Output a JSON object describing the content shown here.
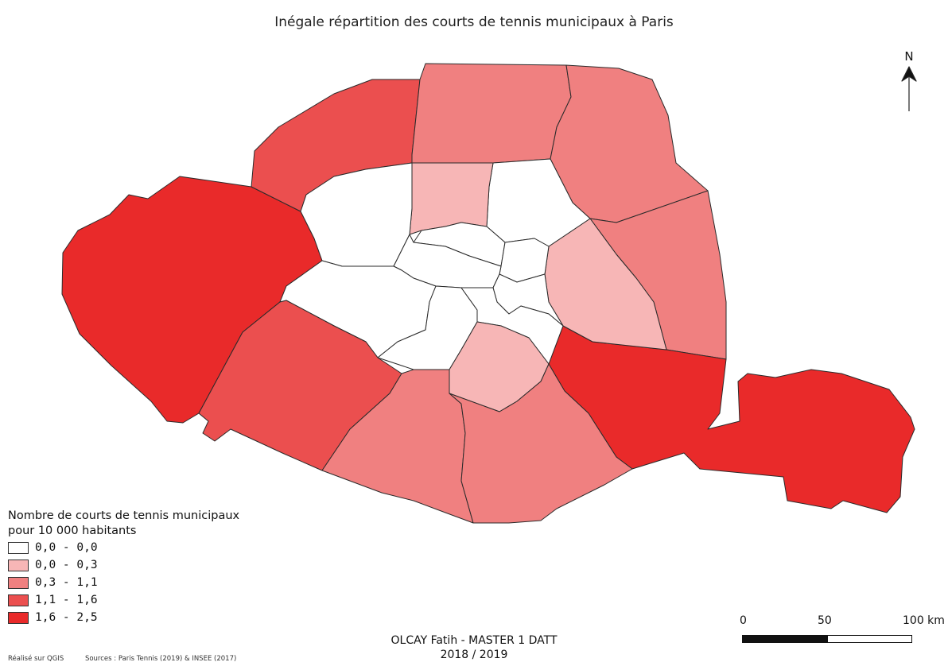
{
  "title": "Inégale répartition des courts de tennis municipaux à Paris",
  "north_label": "N",
  "legend": {
    "title_line1": "Nombre de courts de tennis municipaux",
    "title_line2": "pour 10 000 habitants",
    "classes": [
      {
        "label": "0,0 - 0,0",
        "color": "#ffffff"
      },
      {
        "label": "0,0 - 0,3",
        "color": "#f7b6b6"
      },
      {
        "label": "0,3 - 1,1",
        "color": "#f08080"
      },
      {
        "label": "1,1 - 1,6",
        "color": "#eb4f4f"
      },
      {
        "label": "1,6 - 2,5",
        "color": "#e92a2a"
      }
    ]
  },
  "districts": [
    {
      "id": "01",
      "class": 0
    },
    {
      "id": "02",
      "class": 0
    },
    {
      "id": "03",
      "class": 0
    },
    {
      "id": "04",
      "class": 0
    },
    {
      "id": "05",
      "class": 0
    },
    {
      "id": "06",
      "class": 0
    },
    {
      "id": "07",
      "class": 0
    },
    {
      "id": "08",
      "class": 0
    },
    {
      "id": "09",
      "class": 1
    },
    {
      "id": "10",
      "class": 0
    },
    {
      "id": "11",
      "class": 1
    },
    {
      "id": "12",
      "class": 4
    },
    {
      "id": "13",
      "class": 2
    },
    {
      "id": "14",
      "class": 2
    },
    {
      "id": "15",
      "class": 3
    },
    {
      "id": "16",
      "class": 4
    },
    {
      "id": "17",
      "class": 3
    },
    {
      "id": "18",
      "class": 2
    },
    {
      "id": "19",
      "class": 2
    },
    {
      "id": "20",
      "class": 2
    },
    {
      "id": "06b",
      "class": 1
    }
  ],
  "scale": {
    "ticks": [
      "0",
      "50",
      "100 km"
    ]
  },
  "credit_line1": "OLCAY Fatih - MASTER 1 DATT",
  "credit_line2": "2018 / 2019",
  "footnote_left": "Réalisé sur QGIS",
  "footnote_right": "Sources : Paris Tennis (2019) & INSEE (2017)"
}
